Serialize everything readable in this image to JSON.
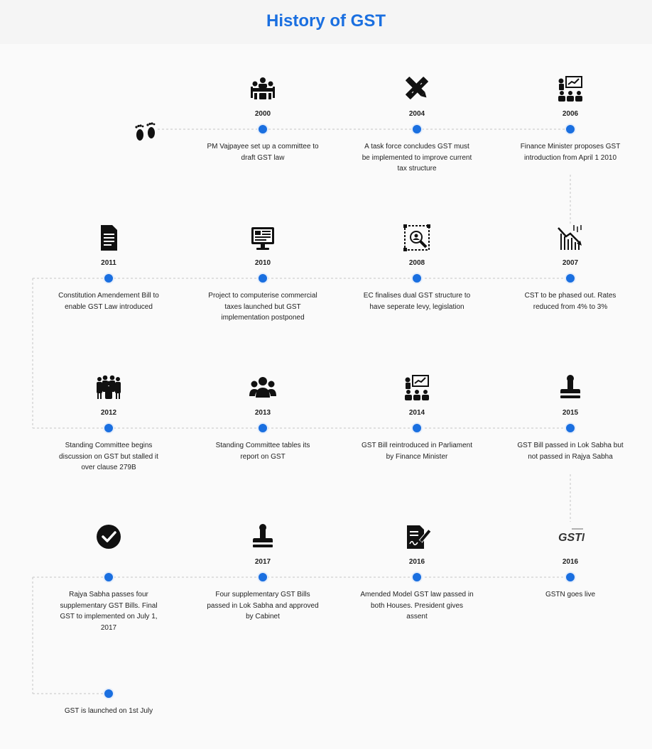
{
  "title": "History of GST",
  "accent_color": "#1a6fe0",
  "events": [
    {
      "year": "2000",
      "text": "PM Vajpayee set up a committee to draft GST law",
      "icon": "meeting-table-icon"
    },
    {
      "year": "2004",
      "text": "A task force concludes GST must be implemented to improve current tax structure",
      "icon": "pencil-ruler-icon"
    },
    {
      "year": "2006",
      "text": "Finance Minister proposes GST introduction from April 1 2010",
      "icon": "presentation-audience-icon"
    },
    {
      "year": "2007",
      "text": "CST to be phased out. Rates reduced from 4% to 3%",
      "icon": "declining-chart-icon"
    },
    {
      "year": "2008",
      "text": "EC finalises dual GST structure to have seperate levy, legislation",
      "icon": "magnifier-analysis-icon"
    },
    {
      "year": "2010",
      "text": "Project to computerise commercial taxes launched but GST implementation postponed",
      "icon": "computer-monitor-icon"
    },
    {
      "year": "2011",
      "text": "Constitution Amendement Bill to enable GST Law introduced",
      "icon": "document-icon"
    },
    {
      "year": "2012",
      "text": "Standing Committee begins discussion on GST but stalled it over clause 279B",
      "icon": "group-people-icon"
    },
    {
      "year": "2013",
      "text": "Standing Committee tables its report on GST",
      "icon": "team-icon"
    },
    {
      "year": "2014",
      "text": "GST Bill reintroduced in Parliament by Finance Minister",
      "icon": "presentation-audience-icon"
    },
    {
      "year": "2015",
      "text": "GST Bill passed in Lok Sabha but not passed in Rajya Sabha",
      "icon": "stamp-icon"
    },
    {
      "year": "2016",
      "text": "GSTN goes live",
      "icon": "gstn-logo-icon"
    },
    {
      "year": "2016",
      "text": "Amended Model GST law passed in both Houses. President gives assent",
      "icon": "signed-document-icon"
    },
    {
      "year": "2017",
      "text": "Four supplementary GST Bills passed in Lok Sabha and approved by Cabinet",
      "icon": "stamp-icon"
    },
    {
      "year": "",
      "text": "Rajya Sabha passes four supplementary GST Bills. Final GST to implemented on July 1, 2017",
      "icon": "check-circle-icon"
    },
    {
      "year": "",
      "text": "GST is launched on 1st July",
      "icon": ""
    }
  ],
  "start_icon": "footprints-icon",
  "gstn_logo_text": "GSTN"
}
